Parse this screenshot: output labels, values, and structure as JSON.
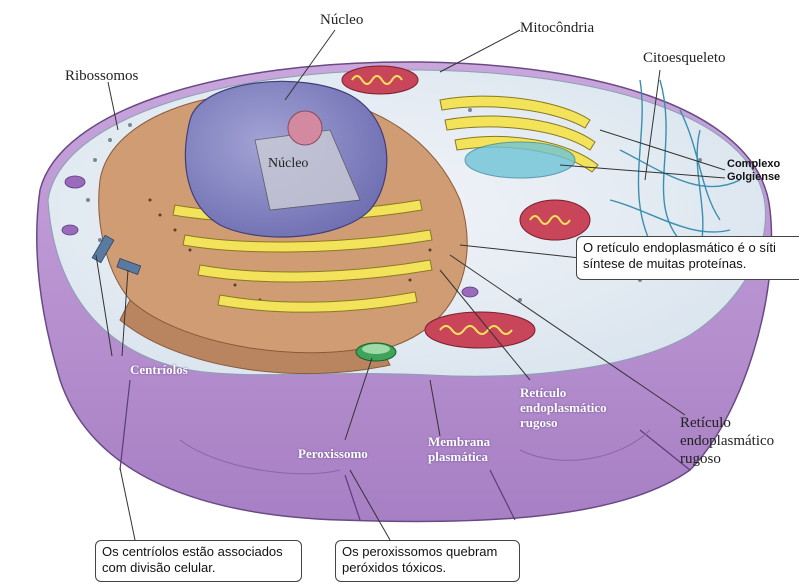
{
  "labels": {
    "nucleo_top": "Núcleo",
    "nucleo_inner": "Núcleo",
    "mitocondria": "Mitocôndria",
    "citoesqueleto": "Citoesqueleto",
    "ribossomos": "Ribossomos",
    "complexo_line1": "Complexo",
    "complexo_line2": "Golgiense",
    "centriolos": "Centríolos",
    "peroxissomo": "Peroxissomo",
    "membrana_line1": "Membrana",
    "membrana_line2": "plasmática",
    "reticulo_inner_line1": "Retículo",
    "reticulo_inner_line2": "endoplasmático",
    "reticulo_inner_line3": "rugoso",
    "reticulo_right_line1": "Retículo",
    "reticulo_right_line2": "endoplasmático",
    "reticulo_right_line3": "rugoso"
  },
  "callouts": {
    "reticulo_line1": "O retículo endoplasmático é o síti",
    "reticulo_line2": "síntese de muitas proteínas.",
    "centriolos_line1": "Os centríolos estão associados",
    "centriolos_line2": "com divisão celular.",
    "peroxissomos_line1": "Os peroxissomos quebram",
    "peroxissomos_line2": "peróxidos tóxicos."
  },
  "colors": {
    "membrane_purple": "#b890d0",
    "cytoplasm": "#e8eef4",
    "nucleus": "#8f8fc8",
    "golgi_yellow": "#f2e35a",
    "er_brown": "#c9946a",
    "cytoskeleton_blue": "#3a8fb0",
    "mito_red": "#c8455a"
  }
}
